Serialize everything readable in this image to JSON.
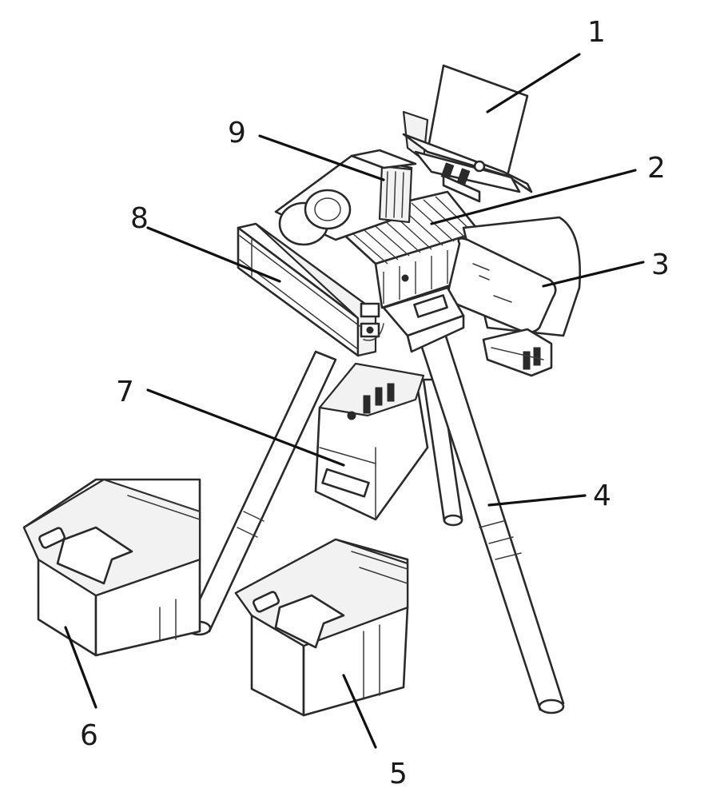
{
  "callouts": [
    {
      "id": "1",
      "label": "1"
    },
    {
      "id": "2",
      "label": "2"
    },
    {
      "id": "3",
      "label": "3"
    },
    {
      "id": "4",
      "label": "4"
    },
    {
      "id": "5",
      "label": "5"
    },
    {
      "id": "6",
      "label": "6"
    },
    {
      "id": "7",
      "label": "7"
    },
    {
      "id": "8",
      "label": "8"
    },
    {
      "id": "9",
      "label": "9"
    }
  ],
  "colors": {
    "line": "#2a2a2a",
    "background": "#ffffff"
  }
}
